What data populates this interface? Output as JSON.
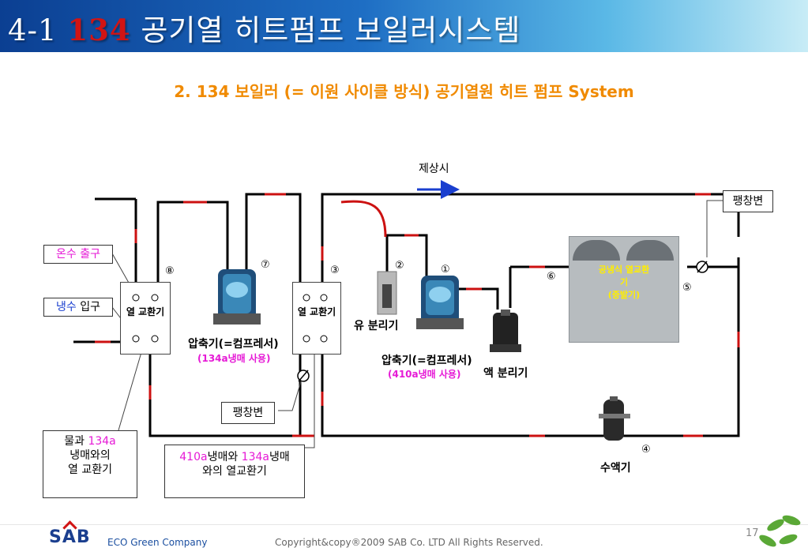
{
  "header": {
    "title_prefix": "4-1 ",
    "title_highlight": "134",
    "title_suffix": " 공기열 히트펌프 보일러시스템"
  },
  "subtitle": "2. 134 보일러 (= 이원 사이클 방식) 공기열원 히트 펌프 System",
  "diagram": {
    "defrost_label": "제상시",
    "expansion_valve_top": "팽창변",
    "expansion_valve_mid": "팽창변",
    "hot_water_out": {
      "part1": "온수 출구"
    },
    "cold_water_in": {
      "part1": "냉수",
      "part2": " 입구"
    },
    "hx_left_label": "열 교환기",
    "hx_mid_label": "열 교환기",
    "compressor_134": {
      "label": "압축기(=컴프레서)",
      "note": "(134a냉매 사용)"
    },
    "compressor_410": {
      "label": "압축기(=컴프레서)",
      "note": "(410a냉매 사용)"
    },
    "oil_separator": "유 분리기",
    "liquid_separator": "액 분리기",
    "receiver": "수액기",
    "air_hx": {
      "line1": "공냉식 열교환",
      "line2": "기",
      "line3": "(증발기)"
    },
    "callout_water": {
      "l1a": "물과 ",
      "l1b": "134a",
      "l2": "냉매와의",
      "l3": "열 교환기"
    },
    "callout_refrig": {
      "l1a": "410a",
      "l1b": "냉매와 ",
      "l1c": "134a",
      "l1d": "냉매",
      "l2": "와의 열교환기"
    },
    "numbers": {
      "n1": "①",
      "n2": "②",
      "n3": "③",
      "n4": "④",
      "n5": "⑤",
      "n6": "⑥",
      "n7": "⑦",
      "n8": "⑧"
    }
  },
  "footer": {
    "logo": "SAB",
    "tagline": "ECO Green Company",
    "copyright": "Copyright&copy®2009 SAB Co. LTD All Rights Reserved.",
    "page": "17"
  },
  "colors": {
    "accent_red": "#d11414",
    "title_orange": "#f08a00",
    "magenta": "#e61ad6",
    "defrost_blue": "#1a3fcf"
  }
}
